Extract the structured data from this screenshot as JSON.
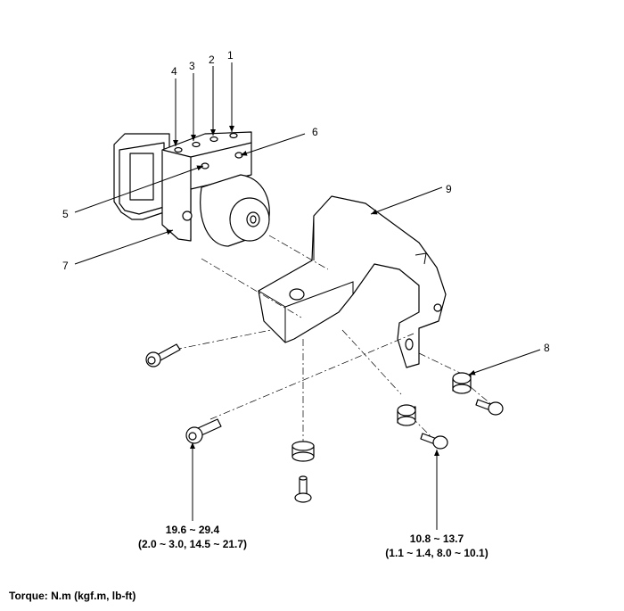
{
  "callouts": {
    "c1": "1",
    "c2": "2",
    "c3": "3",
    "c4": "4",
    "c5": "5",
    "c6": "6",
    "c7": "7",
    "c8": "8",
    "c9": "9"
  },
  "torque_specs": {
    "left_value": "19.6 ~ 29.4",
    "left_conversion": "(2.0 ~ 3.0, 14.5 ~ 21.7)",
    "right_value": "10.8 ~ 13.7",
    "right_conversion": "(1.1 ~ 1.4, 8.0 ~ 10.1)"
  },
  "footer": {
    "units": "Torque: N.m (kgf.m, lb-ft)"
  },
  "colors": {
    "ink": "#000000",
    "background": "#ffffff"
  }
}
